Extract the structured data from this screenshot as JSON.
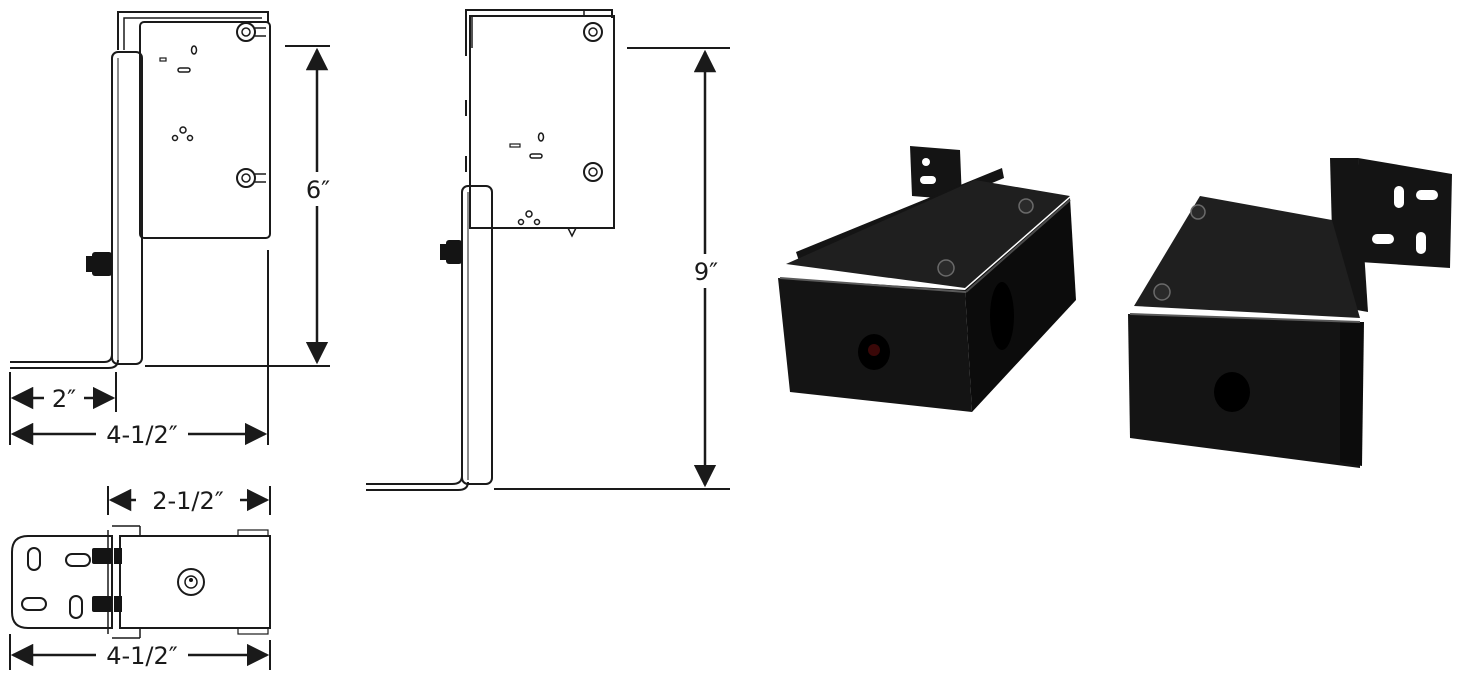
{
  "dimensions": {
    "side_small_height": "6″",
    "side_small_base": "2″",
    "side_small_width": "4-1/2″",
    "top_view_box_width": "2-1/2″",
    "top_view_width": "4-1/2″",
    "side_tall_height": "9″"
  },
  "colors": {
    "line": "#1a1a1a",
    "bracket_dark": "#141414",
    "background": "#ffffff"
  },
  "icons": {
    "arrow": "filled-triangle-arrowhead",
    "bolt": "hex-nut"
  }
}
